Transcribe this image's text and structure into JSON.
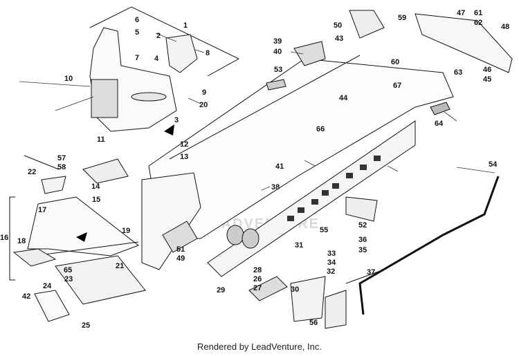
{
  "diagram": {
    "callouts": [
      "1",
      "2",
      "3",
      "4",
      "5",
      "6",
      "7",
      "8",
      "9",
      "10",
      "11",
      "12",
      "13",
      "14",
      "15",
      "16",
      "17",
      "18",
      "19",
      "20",
      "21",
      "22",
      "23",
      "24",
      "25",
      "26",
      "27",
      "28",
      "29",
      "30",
      "31",
      "32",
      "33",
      "34",
      "35",
      "36",
      "37",
      "38",
      "39",
      "40",
      "41",
      "42",
      "43",
      "44",
      "45",
      "46",
      "47",
      "48",
      "49",
      "50",
      "51",
      "52",
      "53",
      "54",
      "55",
      "56",
      "57",
      "58",
      "59",
      "60",
      "61",
      "62",
      "63",
      "64",
      "65",
      "66",
      "67"
    ]
  },
  "watermark": {
    "text": "LEADVENTURE"
  },
  "footer": {
    "credit": "Rendered by LeadVenture, Inc."
  }
}
